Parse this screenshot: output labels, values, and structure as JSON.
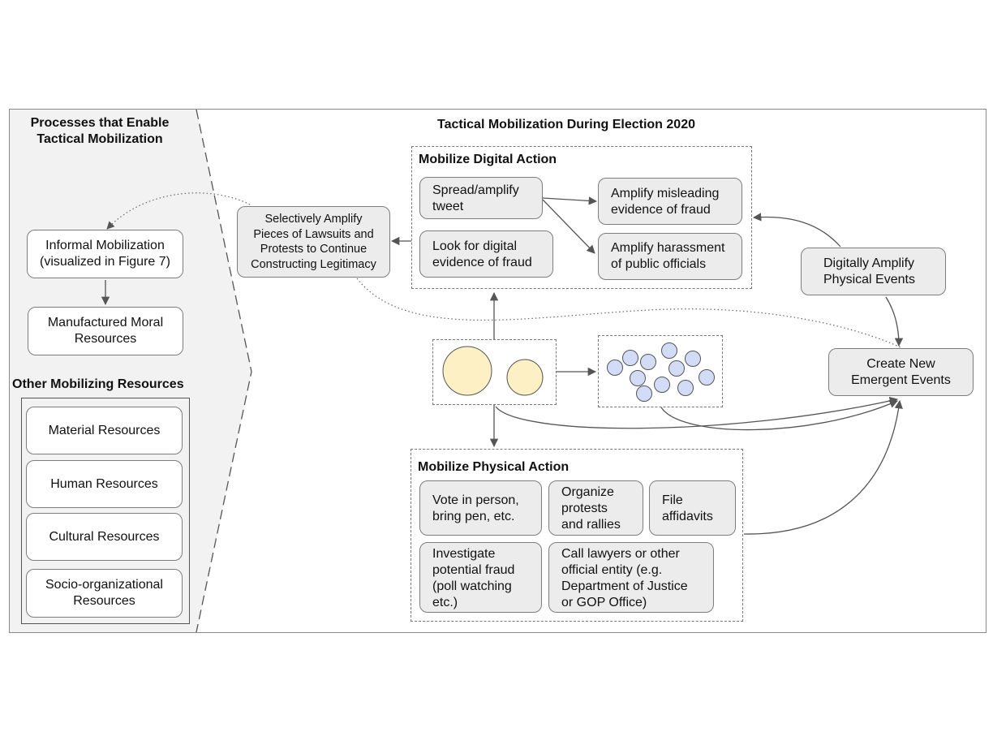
{
  "left_panel": {
    "title": "Processes that Enable\nTactical Mobilization",
    "informal_mobilization": "Informal Mobilization\n(visualized in Figure 7)",
    "manufactured_moral": "Manufactured Moral\nResources",
    "other_title": "Other Mobilizing Resources",
    "resources": [
      "Material Resources",
      "Human Resources",
      "Cultural Resources",
      "Socio-organizational\nResources"
    ]
  },
  "main": {
    "title": "Tactical Mobilization During Election 2020",
    "selectively_amplify": "Selectively Amplify\nPieces of Lawsuits and\nProtests to Continue\nConstructing Legitimacy",
    "digital": {
      "title": "Mobilize Digital Action",
      "spread": "Spread/amplify\ntweet",
      "look": "Look for digital\nevidence of fraud",
      "misleading": "Amplify misleading\nevidence of fraud",
      "harassment": "Amplify harassment\nof public officials"
    },
    "digitally_amplify": "Digitally Amplify\nPhysical Events",
    "create_new": "Create New\nEmergent Events",
    "physical": {
      "title": "Mobilize Physical Action",
      "vote": "Vote in person,\nbring pen, etc.",
      "organize": "Organize\nprotests\nand rallies",
      "file": "File\naffidavits",
      "investigate": "Investigate\npotential fraud\n(poll watching\netc.)",
      "call": "Call lawyers or other\nofficial entity (e.g.\nDepartment of Justice\nor GOP Office)"
    }
  },
  "colors": {
    "panel_bg": "#f2f2f2",
    "box_fill": "#ececec",
    "leader_fill": "#fdf0c4",
    "crowd_fill": "#d3dcf7"
  }
}
